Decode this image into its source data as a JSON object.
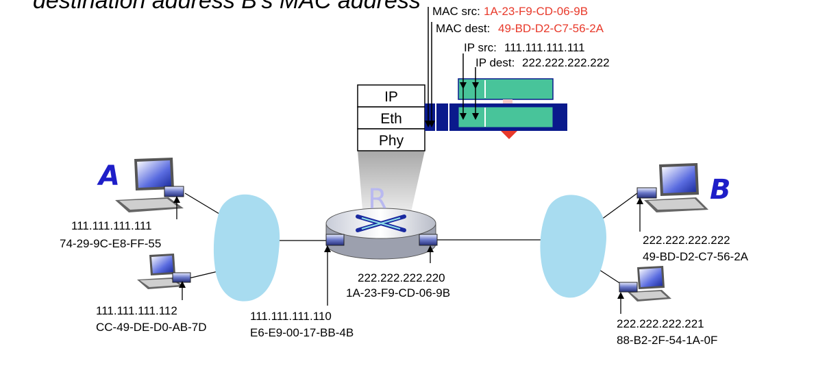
{
  "title_fragment": "destination address  B's MAC address",
  "frame_header": {
    "mac_src_label": "MAC src:",
    "mac_src_value": "1A-23-F9-CD-06-9B",
    "mac_dest_label": "MAC dest:",
    "mac_dest_value": "49-BD-D2-C7-56-2A",
    "ip_src_label": "IP src:",
    "ip_src_value": "111.111.111.111",
    "ip_dest_label": "IP dest:",
    "ip_dest_value": "222.222.222.222"
  },
  "router_stack": [
    "IP",
    "Eth",
    "Phy"
  ],
  "router_label": "R",
  "hosts": {
    "a": {
      "name": "A",
      "ip": "111.111.111.111",
      "mac": "74-29-9C-E8-FF-55"
    },
    "a2": {
      "ip": "111.111.111.112",
      "mac": "CC-49-DE-D0-AB-7D"
    },
    "b": {
      "name": "B",
      "ip": "222.222.222.222",
      "mac": "49-BD-D2-C7-56-2A"
    },
    "b2": {
      "ip": "222.222.222.221",
      "mac": "88-B2-2F-54-1A-0F"
    }
  },
  "router_ifaces": {
    "left": {
      "ip": "111.111.111.110",
      "mac": "E6-E9-00-17-BB-4B"
    },
    "right": {
      "ip": "222.222.222.220",
      "mac": "1A-23-F9-CD-06-9B"
    }
  },
  "colors": {
    "frame": "#0a1a8c",
    "datagram": "#48c49a",
    "highlight": "#e8392a",
    "cloud": "#a8dcf0"
  }
}
